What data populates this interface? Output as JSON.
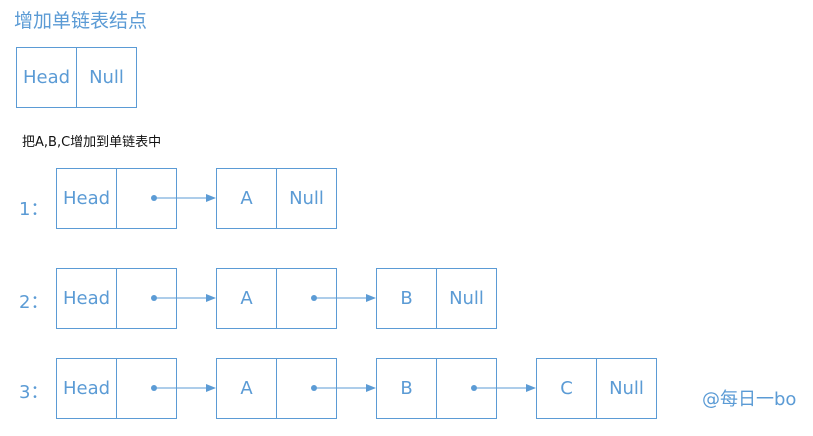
{
  "title": "增加单链表结点",
  "subtitle": "把A,B,C增加到单链表中",
  "initial_list": {
    "head": "Head",
    "next": "Null"
  },
  "steps": [
    {
      "label": "1：",
      "nodes": [
        {
          "value": "Head",
          "next_text": ""
        },
        {
          "value": "A",
          "next_text": "Null"
        }
      ]
    },
    {
      "label": "2：",
      "nodes": [
        {
          "value": "Head",
          "next_text": ""
        },
        {
          "value": "A",
          "next_text": ""
        },
        {
          "value": "B",
          "next_text": "Null"
        }
      ]
    },
    {
      "label": "3：",
      "nodes": [
        {
          "value": "Head",
          "next_text": ""
        },
        {
          "value": "A",
          "next_text": ""
        },
        {
          "value": "B",
          "next_text": ""
        },
        {
          "value": "C",
          "next_text": "Null"
        }
      ]
    }
  ],
  "watermark": "@每日一bo",
  "colors": {
    "accent": "#5b9bd5",
    "text": "#111111"
  }
}
